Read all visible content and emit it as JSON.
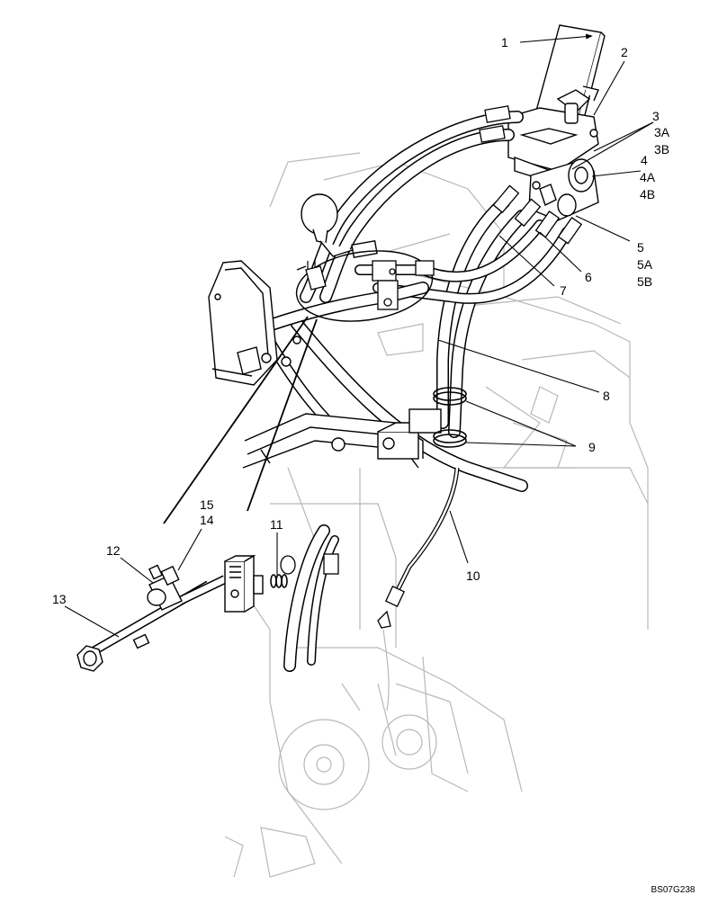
{
  "callouts": {
    "c1": "1",
    "c2": "2",
    "c3": "3",
    "c3a": "3A",
    "c3b": "3B",
    "c4": "4",
    "c4a": "4A",
    "c4b": "4B",
    "c5": "5",
    "c5a": "5A",
    "c5b": "5B",
    "c6": "6",
    "c7": "7",
    "c8": "8",
    "c9": "9",
    "c10": "10",
    "c11": "11",
    "c12": "12",
    "c13": "13",
    "c14": "14",
    "c15": "15"
  },
  "figure_id": "BS07G238",
  "colors": {
    "line": "#000000",
    "ghost": "#b8b8b8",
    "background": "#ffffff"
  }
}
